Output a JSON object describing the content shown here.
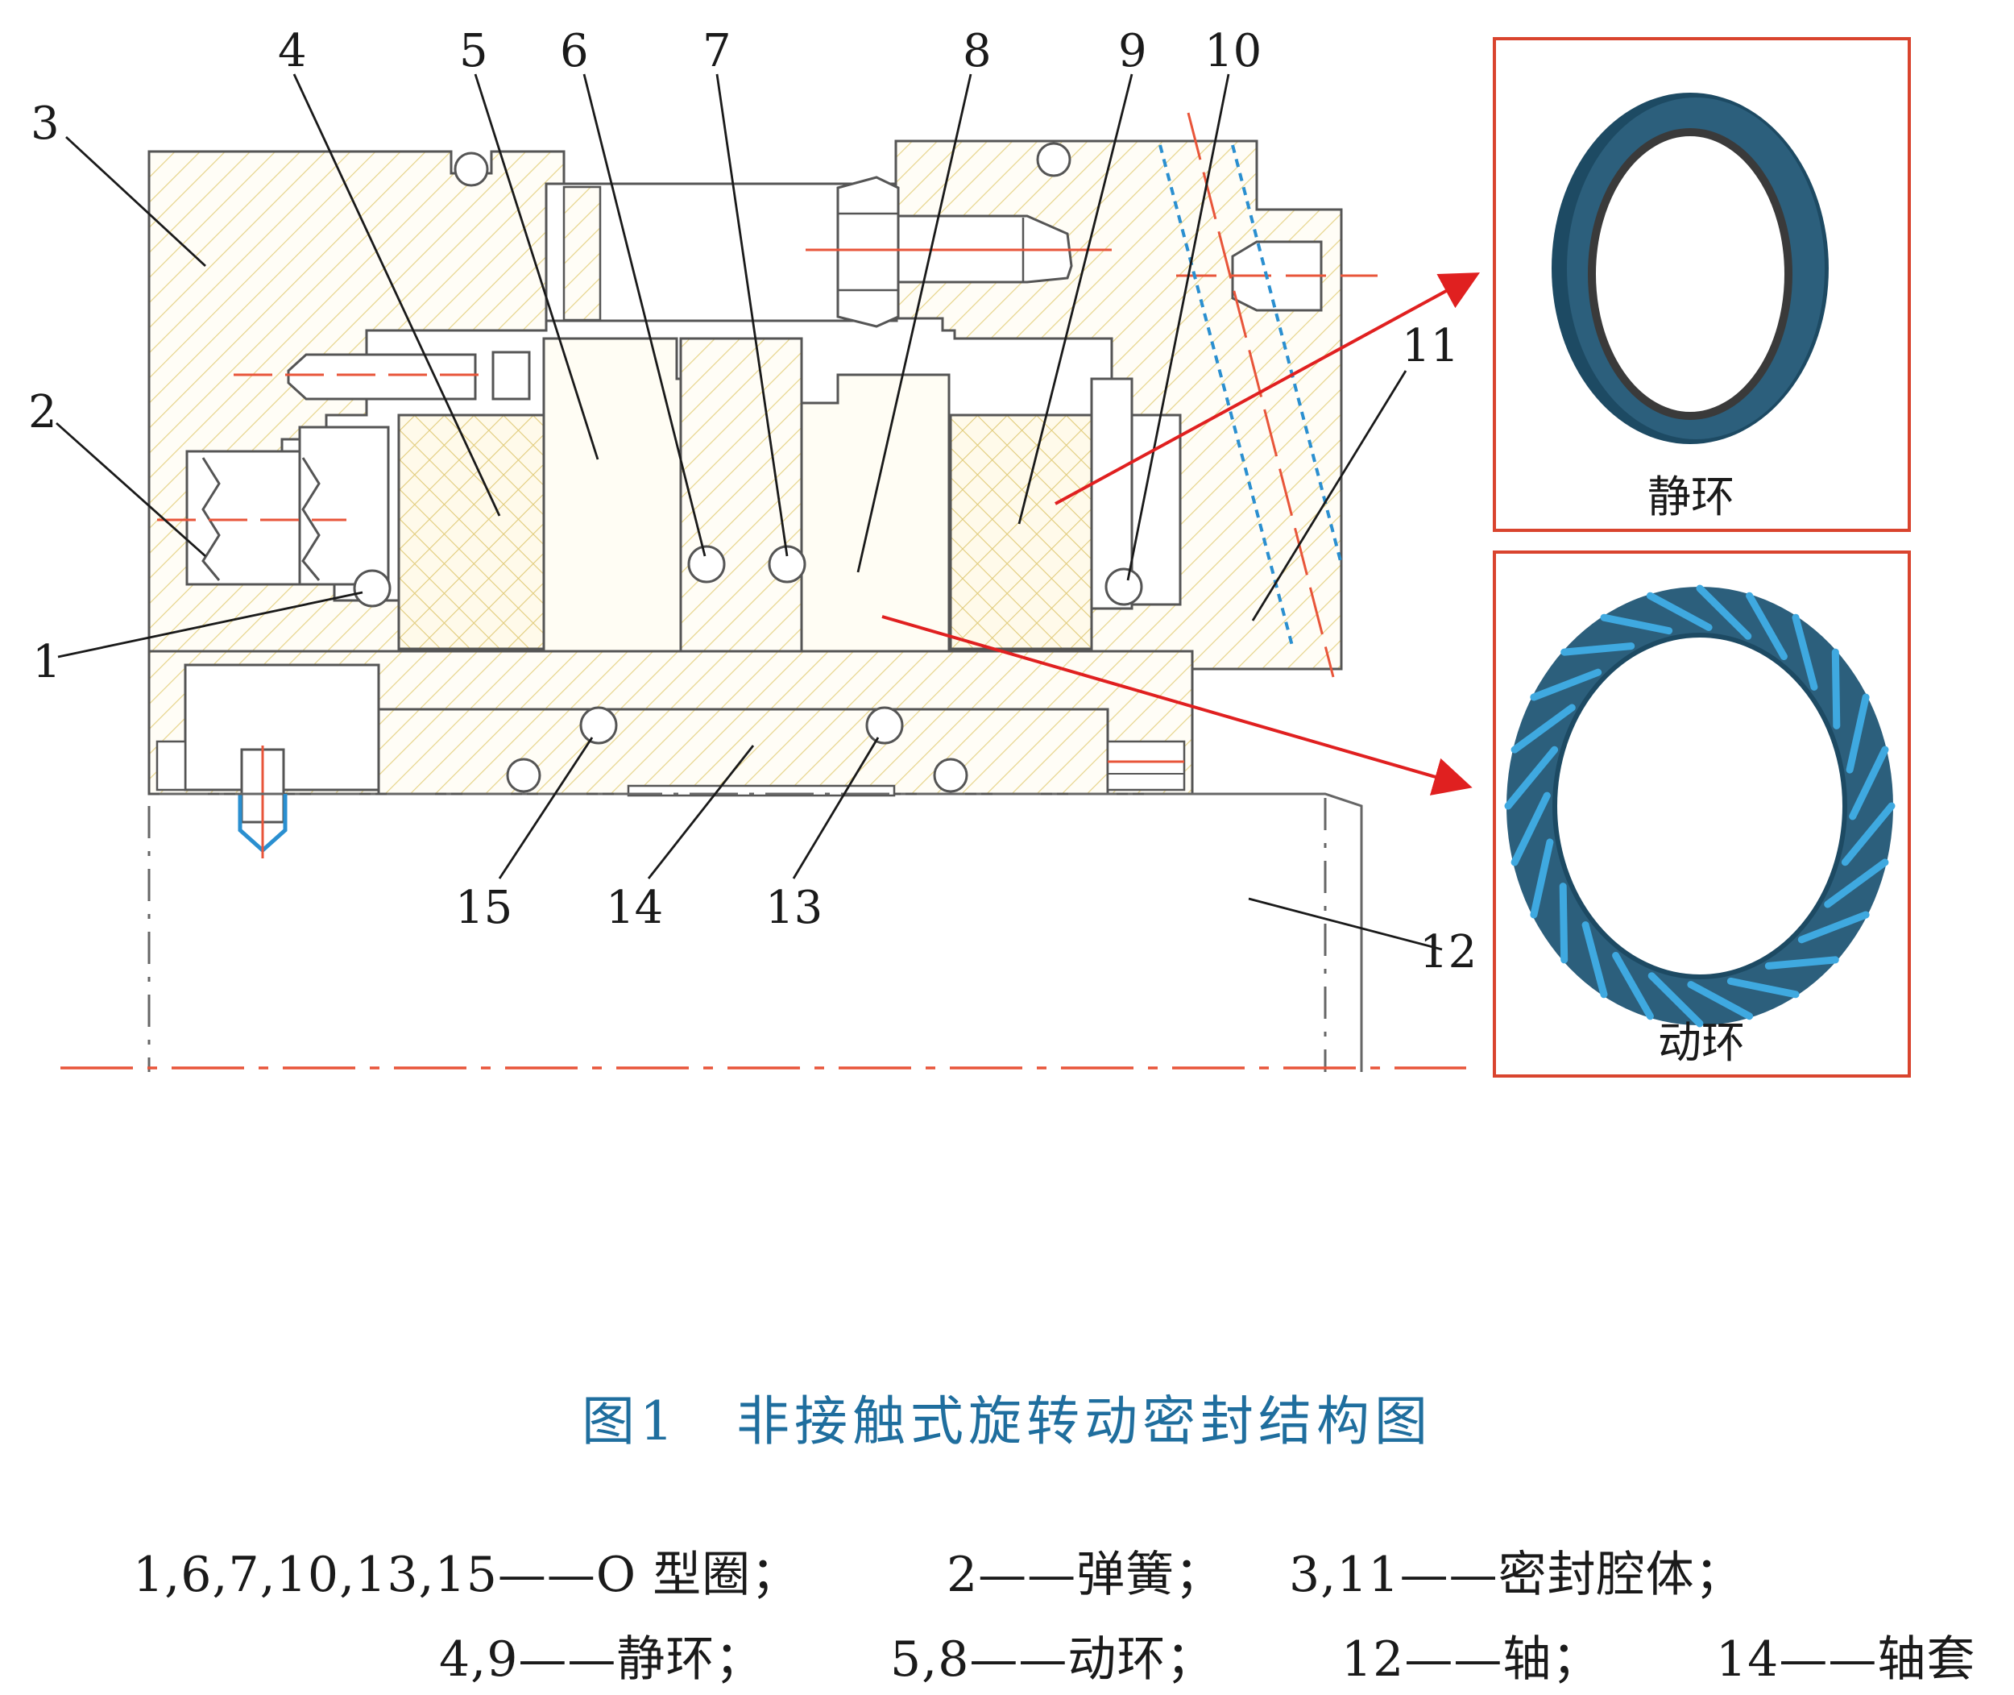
{
  "diagram": {
    "part_numbers": [
      "1",
      "2",
      "3",
      "4",
      "5",
      "6",
      "7",
      "8",
      "9",
      "10",
      "11",
      "12",
      "13",
      "14",
      "15"
    ],
    "inset_static_label": "静环",
    "inset_dynamic_label": "动环",
    "colors": {
      "hatch": "#e6d48a",
      "line": "#555555",
      "centerline": "#e8553a",
      "arrow": "#e02020",
      "ring_dark": "#2c5f7c",
      "groove": "#3fa9e0",
      "frame": "#d9442e"
    }
  },
  "caption": "图1　非接触式旋转动密封结构图",
  "legend": {
    "line1": [
      "1,6,7,10,13,15——O 型圈；",
      "2——弹簧；",
      "3,11——密封腔体；"
    ],
    "line2": [
      "4,9——静环；",
      "5,8——动环；",
      "12——轴；",
      "14——轴套"
    ]
  }
}
